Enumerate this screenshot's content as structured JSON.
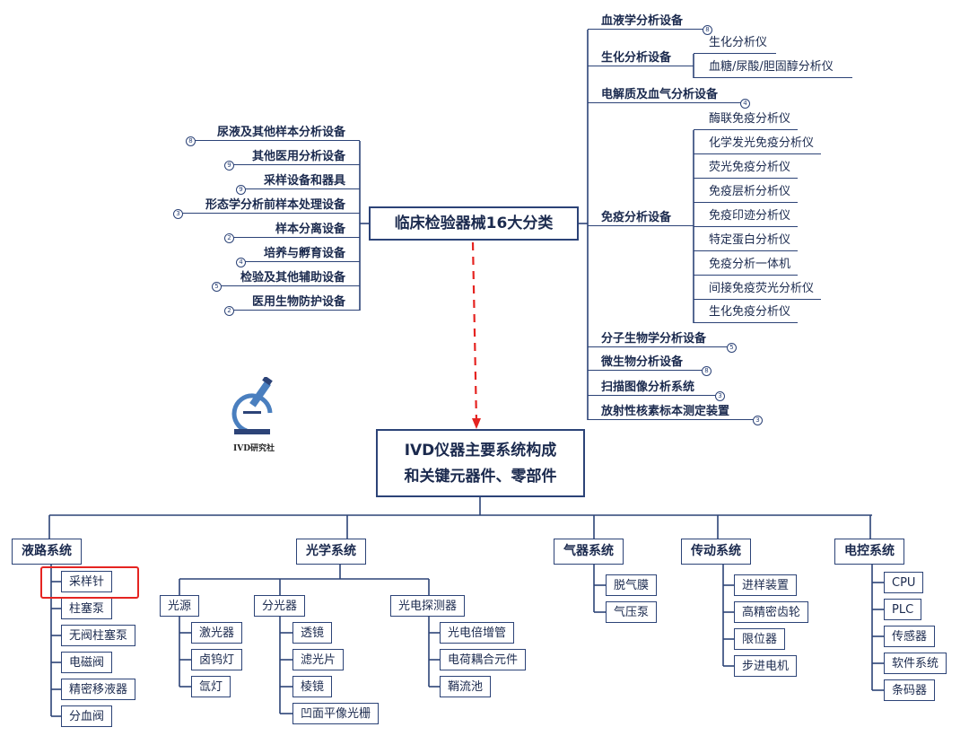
{
  "root_title": "临床检验器械16大分类",
  "right_branches": [
    {
      "label": "血液学分析设备",
      "badge": "8"
    },
    {
      "label": "生化分析设备",
      "children": [
        "生化分析仪",
        "血糖/尿酸/胆固醇分析仪"
      ]
    },
    {
      "label": "电解质及血气分析设备",
      "badge": "4"
    },
    {
      "label": "免疫分析设备",
      "children": [
        "酶联免疫分析仪",
        "化学发光免疫分析仪",
        "荧光免疫分析仪",
        "免疫层析分析仪",
        "免疫印迹分析仪",
        "特定蛋白分析仪",
        "免疫分析一体机",
        "间接免疫荧光分析仪",
        "生化免疫分析仪"
      ]
    },
    {
      "label": "分子生物学分析设备",
      "badge": "5"
    },
    {
      "label": "微生物分析设备",
      "badge": "8"
    },
    {
      "label": "扫描图像分析系统",
      "badge": "3"
    },
    {
      "label": "放射性核素标本测定装置",
      "badge": "3"
    }
  ],
  "left_branches": [
    {
      "label": "尿液及其他样本分析设备",
      "badge": "8"
    },
    {
      "label": "其他医用分析设备",
      "badge": "9"
    },
    {
      "label": "采样设备和器具",
      "badge": "9"
    },
    {
      "label": "形态学分析前样本处理设备",
      "badge": "3"
    },
    {
      "label": "样本分离设备",
      "badge": "2"
    },
    {
      "label": "培养与孵育设备",
      "badge": "4"
    },
    {
      "label": "检验及其他辅助设备",
      "badge": "5"
    },
    {
      "label": "医用生物防护设备",
      "badge": "2"
    }
  ],
  "logo_text": "IVD研究社",
  "ivd_title": [
    "IVD仪器主要系统构成",
    "和关键元器件、零部件"
  ],
  "systems": [
    {
      "label": "液路系统",
      "children": [
        "采样针",
        "柱塞泵",
        "无阀柱塞泵",
        "电磁阀",
        "精密移液器",
        "分血阀"
      ]
    },
    {
      "label": "光学系统",
      "groups": [
        {
          "label": "光源",
          "children": [
            "激光器",
            "卤钨灯",
            "氙灯"
          ]
        },
        {
          "label": "分光器",
          "children": [
            "透镜",
            "滤光片",
            "棱镜",
            "凹面平像光栅"
          ]
        },
        {
          "label": "光电探测器",
          "children": [
            "光电倍增管",
            "电荷耦合元件",
            "鞘流池"
          ]
        }
      ]
    },
    {
      "label": "气器系统",
      "children": [
        "脱气膜",
        "气压泵"
      ]
    },
    {
      "label": "传动系统",
      "children": [
        "进样装置",
        "高精密齿轮",
        "限位器",
        "步进电机"
      ]
    },
    {
      "label": "电控系统",
      "children": [
        "CPU",
        "PLC",
        "传感器",
        "软件系统",
        "条码器"
      ]
    }
  ],
  "colors": {
    "line": "#2c4377",
    "text": "#1b2a4e",
    "highlight": "#e52421",
    "arrow": "#e52421"
  }
}
